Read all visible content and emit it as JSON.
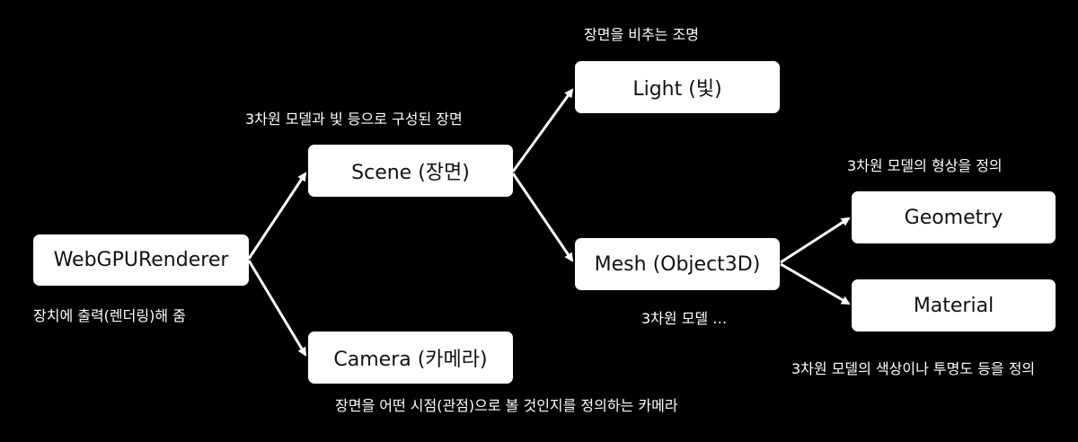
{
  "nodes": {
    "renderer": "WebGPURenderer",
    "scene": "Scene (장면)",
    "camera": "Camera (카메라)",
    "light": "Light (빛)",
    "mesh": "Mesh (Object3D)",
    "geometry": "Geometry",
    "material": "Material"
  },
  "captions": {
    "renderer": "장치에 출력(렌더링)해 줌",
    "scene": "3차원 모델과 빛 등으로 구성된 장면",
    "camera": "장면을 어떤 시점(관점)으로 볼 것인지를 정의하는 카메라",
    "light": "장면을 비추는 조명",
    "mesh": "3차원 모델 …",
    "geometry": "3차원 모델의 형상을 정의",
    "material": "3차원 모델의 색상이나 투명도 등을 정의"
  },
  "colors": {
    "background": "#000000",
    "node_fill": "#ffffff",
    "text": "#ffffff",
    "arrow": "#ffffff"
  }
}
